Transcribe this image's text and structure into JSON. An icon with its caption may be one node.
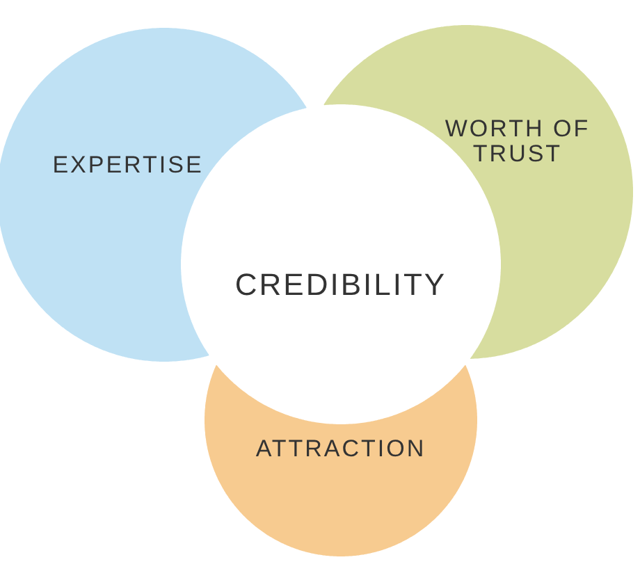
{
  "diagram": {
    "nodes": [
      {
        "text": [
          "EXPERTISE"
        ]
      },
      {
        "text": [
          "WORTH OF TRUST"
        ]
      },
      {
        "text": [
          "ATTRACTION"
        ]
      },
      {
        "text": [
          "CREDIBILITY"
        ]
      }
    ]
  }
}
